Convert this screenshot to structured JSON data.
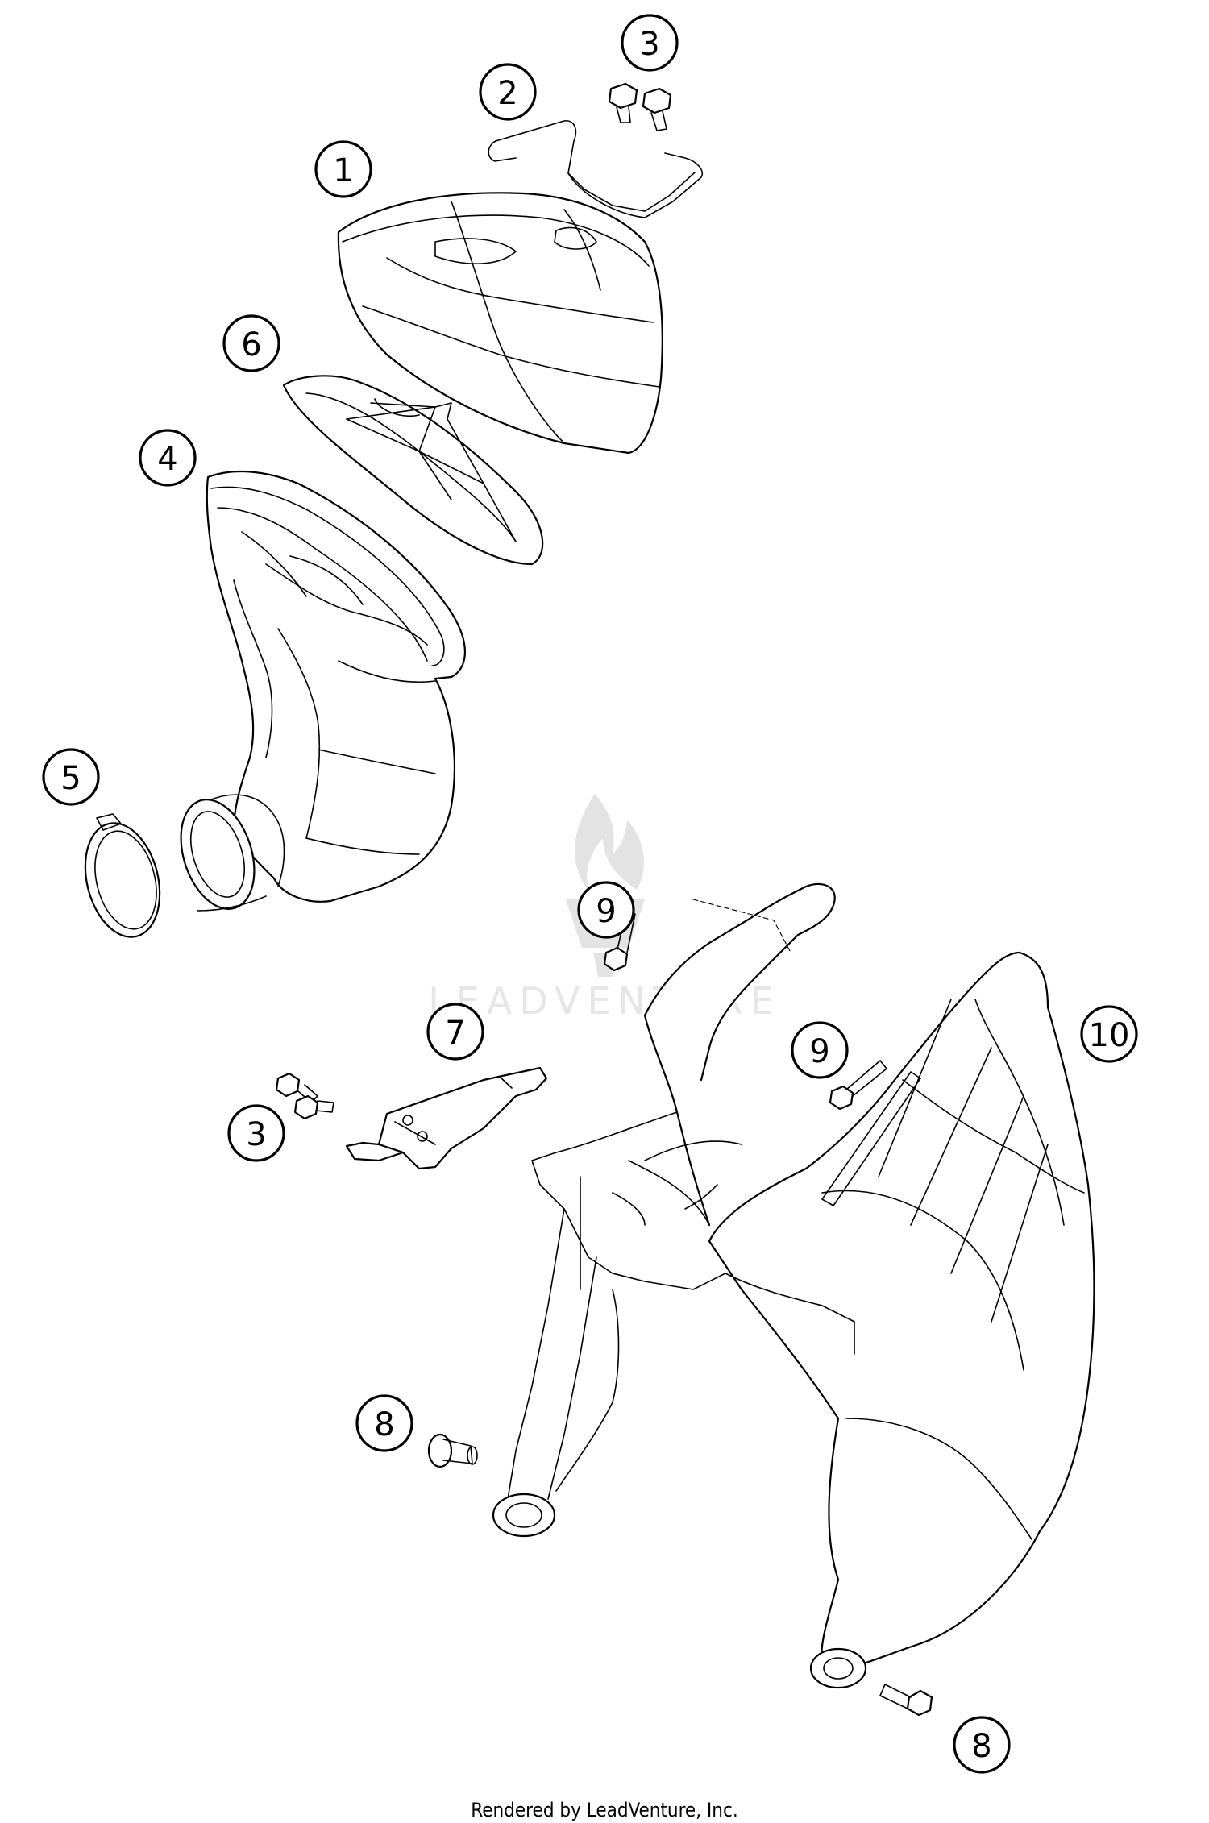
{
  "diagram": {
    "callouts": [
      "1",
      "2",
      "3",
      "6",
      "4",
      "5",
      "9",
      "9",
      "10",
      "7",
      "3",
      "8",
      "8"
    ],
    "watermark": "LEADVENTURE"
  },
  "footer": {
    "text": "Rendered by LeadVenture, Inc."
  }
}
